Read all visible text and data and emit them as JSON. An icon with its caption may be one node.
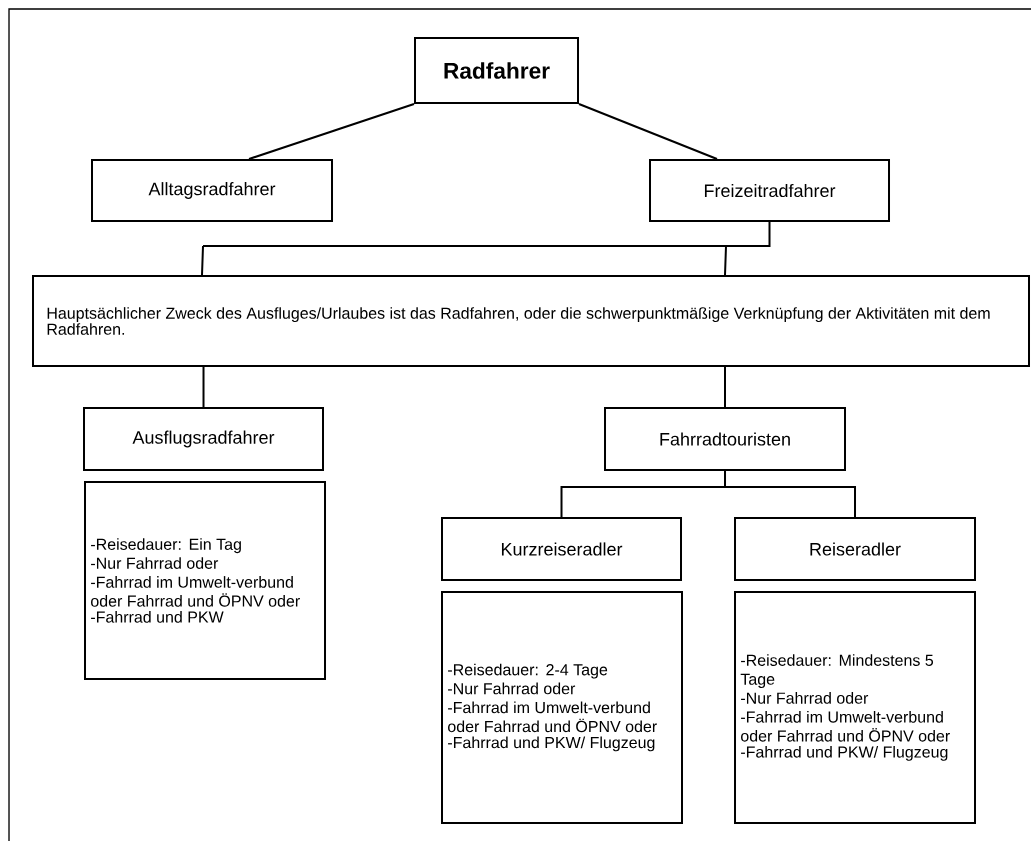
{
  "diagram": {
    "nodes": [
      {
        "text": [
          "Radfahrer"
        ]
      },
      {
        "text": [
          "Alltagsradfahrer"
        ]
      },
      {
        "text": [
          "Freizeitradfahrer"
        ]
      },
      {
        "text": [
          "Hauptsächlicher Zweck des Ausfluges/Urlaubes ist das Radfahren, oder die schwerpunktmäßige Verknüpfung der Aktivitäten mit dem Radfahren."
        ]
      },
      {
        "text": [
          "Ausflugsradfahrer"
        ]
      },
      {
        "text": [
          "-Reisedauer: Ein Tag",
          "-Nur Fahrrad oder",
          "-Fahrrad im Umwelt-verbund oder Fahrrad und ÖPNV oder",
          "-Fahrrad und PKW"
        ]
      },
      {
        "text": [
          "Fahrradtouristen"
        ]
      },
      {
        "text": [
          "Kurzreiseradler"
        ]
      },
      {
        "text": [
          "Reiseradler"
        ]
      },
      {
        "text": [
          "-Reisedauer: 2-4 Tage",
          "-Nur Fahrrad oder",
          "-Fahrrad im Umwelt-verbund oder Fahrrad und ÖPNV oder",
          "-Fahrrad und PKW/ Flugzeug"
        ]
      },
      {
        "text": [
          "-Reisedauer: Mindestens 5 Tage",
          "-Nur Fahrrad oder",
          "-Fahrrad im Umwelt-verbund oder Fahrrad und ÖPNV oder",
          "-Fahrrad und PKW/ Flugzeug"
        ]
      }
    ],
    "edges": [
      {
        "from": 0,
        "to": 1,
        "arrow": "none"
      },
      {
        "from": 0,
        "to": 2,
        "arrow": "none"
      },
      {
        "from": 2,
        "to": 3,
        "arrow": "none"
      },
      {
        "from": 3,
        "to": 4,
        "arrow": "none"
      },
      {
        "from": 3,
        "to": 6,
        "arrow": "none"
      },
      {
        "from": 6,
        "to": 7,
        "arrow": "none"
      },
      {
        "from": 6,
        "to": 8,
        "arrow": "none"
      }
    ]
  }
}
